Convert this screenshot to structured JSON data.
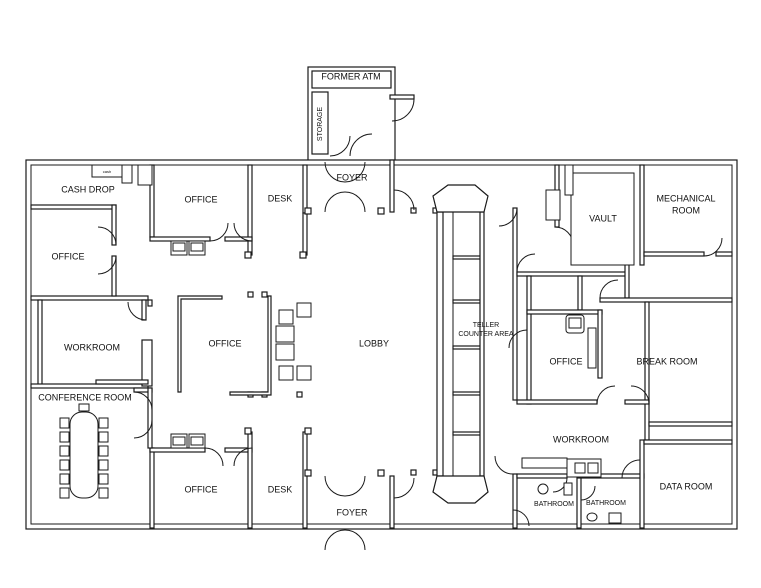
{
  "rooms": {
    "former_atm": "FORMER ATM",
    "storage": "STORAGE",
    "foyer_top": "FOYER",
    "foyer_bottom": "FOYER",
    "cash_drop": "CASH DROP",
    "office_top_left": "OFFICE",
    "desk_top": "DESK",
    "office_left": "OFFICE",
    "workroom_left": "WORKROOM",
    "office_center": "OFFICE",
    "lobby": "LOBBY",
    "conference_room": "CONFERENCE ROOM",
    "office_bottom_left": "OFFICE",
    "desk_bottom": "DESK",
    "teller_line1": "TELLER",
    "teller_line2": "COUNTER AREA",
    "vault": "VAULT",
    "mechanical_line1": "MECHANICAL",
    "mechanical_line2": "ROOM",
    "office_right": "OFFICE",
    "break_room": "BREAK ROOM",
    "workroom_right": "WORKROOM",
    "data_room": "DATA ROOM",
    "bathroom_1": "BATHROOM",
    "bathroom_2": "BATHROOM"
  },
  "colors": {
    "line": "#1a1a1a",
    "background": "#ffffff"
  }
}
